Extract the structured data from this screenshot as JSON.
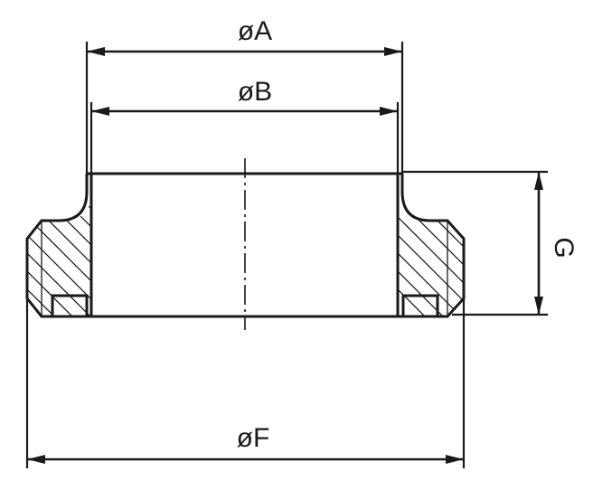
{
  "dimensions": {
    "outer_top_diameter": "øA",
    "inner_bore_diameter": "øB",
    "flange_diameter": "øF",
    "height": "G"
  }
}
